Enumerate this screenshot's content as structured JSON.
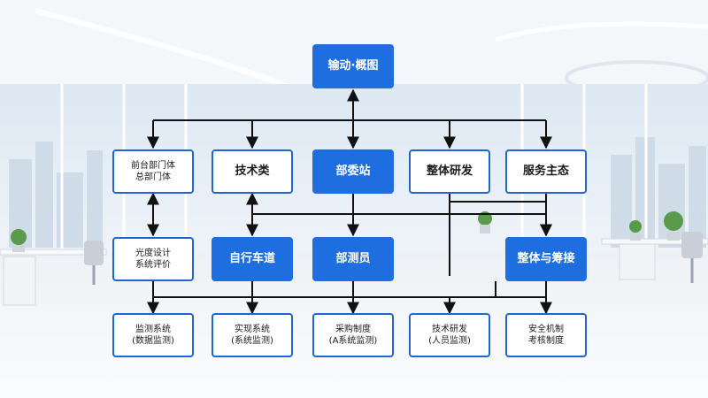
{
  "diagram": {
    "top": {
      "label": "输动·概图"
    },
    "row1": [
      {
        "id": "r1a",
        "lines": [
          "前台部门体",
          "总部门体"
        ],
        "style": "white",
        "size": "small"
      },
      {
        "id": "r1b",
        "lines": [
          "技术类"
        ],
        "style": "white",
        "size": "large"
      },
      {
        "id": "r1c",
        "lines": [
          "部委站"
        ],
        "style": "blue",
        "size": "large"
      },
      {
        "id": "r1d",
        "lines": [
          "整体研发"
        ],
        "style": "white",
        "size": "large"
      },
      {
        "id": "r1e",
        "lines": [
          "服务主态"
        ],
        "style": "white",
        "size": "large"
      }
    ],
    "row2": [
      {
        "id": "r2a",
        "lines": [
          "光度设计",
          "系统评价"
        ],
        "style": "white",
        "size": "small"
      },
      {
        "id": "r2b",
        "lines": [
          "自行车道"
        ],
        "style": "blue",
        "size": "large"
      },
      {
        "id": "r2c",
        "lines": [
          "部测员"
        ],
        "style": "blue",
        "size": "large"
      },
      {
        "id": "r2d",
        "lines": [
          "整体与筹接"
        ],
        "style": "blue",
        "size": "large"
      }
    ],
    "row3": [
      {
        "id": "r3a",
        "lines": [
          "监测系统",
          "(数据监测)"
        ],
        "style": "white",
        "size": "small"
      },
      {
        "id": "r3b",
        "lines": [
          "实现系统",
          "(系统监测)"
        ],
        "style": "white",
        "size": "small"
      },
      {
        "id": "r3c",
        "lines": [
          "采购制度",
          "(A系统监测)"
        ],
        "style": "white",
        "size": "small"
      },
      {
        "id": "r3d",
        "lines": [
          "技术研发",
          "(人员监测)"
        ],
        "style": "white",
        "size": "small"
      },
      {
        "id": "r3e",
        "lines": [
          "安全机制",
          "考核制度"
        ],
        "style": "white",
        "size": "small"
      }
    ]
  },
  "colors": {
    "accent": "#1e6ee0",
    "border": "#1d66d4",
    "connector": "#111111"
  }
}
